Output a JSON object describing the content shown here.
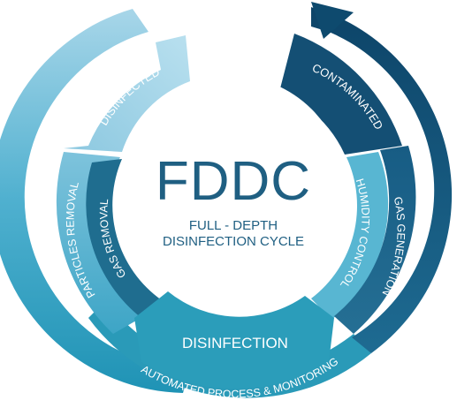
{
  "center": {
    "title": "FDDC",
    "subtitle_line1": "FULL - DEPTH",
    "subtitle_line2": "DISINFECTION CYCLE"
  },
  "segments": {
    "disinfected": "DISINFECTED",
    "contaminated": "CONTAMINATED",
    "particles_removal": "PARTICLES REMOVAL",
    "gas_removal": "GAS REMOVAL",
    "humidity_control": "HUMIDITY CONTROL",
    "gas_generation": "GAS GENERATION",
    "disinfection": "DISINFECTION",
    "automated": "AUTOMATED PROCESS & MONITORING"
  },
  "colors": {
    "navy": "#0e4a6e",
    "dark_blue": "#15597f",
    "mid_blue": "#1f6d8f",
    "teal": "#2a9ab8",
    "light_teal": "#54b3cf",
    "pale_blue": "#a4d2e6",
    "center_text": "#1f5f82"
  }
}
